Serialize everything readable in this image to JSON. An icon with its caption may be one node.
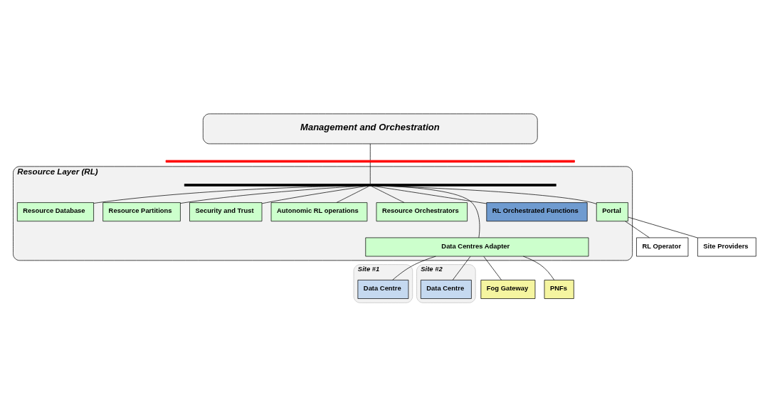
{
  "diagram": {
    "nodes": [
      {
        "text": [
          "Management and Orchestration"
        ]
      },
      {
        "text": [],
        "shape": "bar"
      },
      {
        "text": [
          "Resource Layer (RL)"
        ]
      },
      {
        "text": [],
        "shape": "bar",
        "in": 2
      },
      {
        "text": [
          "Resource Database"
        ],
        "in": 2
      },
      {
        "text": [
          "Resource Partitions"
        ],
        "in": 2
      },
      {
        "text": [
          "Security and Trust"
        ],
        "in": 2
      },
      {
        "text": [
          "Autonomic RL operations"
        ],
        "in": 2
      },
      {
        "text": [
          "Resource Orchestrators"
        ],
        "in": 2
      },
      {
        "text": [
          "Portal"
        ],
        "in": 2
      },
      {
        "text": [
          "RL Orchestrated Functions"
        ],
        "in": 2
      },
      {
        "text": [
          "Data Centres Adapter"
        ],
        "in": 2
      },
      {
        "text": [
          "Site #1"
        ]
      },
      {
        "text": [
          "Data Centre"
        ],
        "in": 12
      },
      {
        "text": [
          "Site #2"
        ]
      },
      {
        "text": [
          "Data Centre"
        ],
        "in": 14
      },
      {
        "text": [
          "Fog Gateway"
        ]
      },
      {
        "text": [
          "PNFs"
        ]
      },
      {
        "text": [
          "RL Operator"
        ]
      },
      {
        "text": [
          "Site Providers"
        ]
      }
    ],
    "edges": [
      {
        "from": 0,
        "to": 1,
        "arrow": "none"
      },
      {
        "from": 1,
        "to": 3,
        "arrow": "none"
      },
      {
        "from": 3,
        "to": 4,
        "arrow": "none"
      },
      {
        "from": 3,
        "to": 5,
        "arrow": "none"
      },
      {
        "from": 3,
        "to": 6,
        "arrow": "none"
      },
      {
        "from": 3,
        "to": 7,
        "arrow": "none"
      },
      {
        "from": 3,
        "to": 8,
        "arrow": "none"
      },
      {
        "from": 3,
        "to": 9,
        "arrow": "none"
      },
      {
        "from": 3,
        "to": 10,
        "arrow": "none"
      },
      {
        "from": 3,
        "to": 11,
        "arrow": "none"
      },
      {
        "from": 11,
        "to": 13,
        "arrow": "none"
      },
      {
        "from": 11,
        "to": 15,
        "arrow": "none"
      },
      {
        "from": 11,
        "to": 16,
        "arrow": "none"
      },
      {
        "from": 11,
        "to": 17,
        "arrow": "none"
      },
      {
        "from": 9,
        "to": 18,
        "arrow": "none"
      },
      {
        "from": 9,
        "to": 19,
        "arrow": "none"
      }
    ]
  }
}
